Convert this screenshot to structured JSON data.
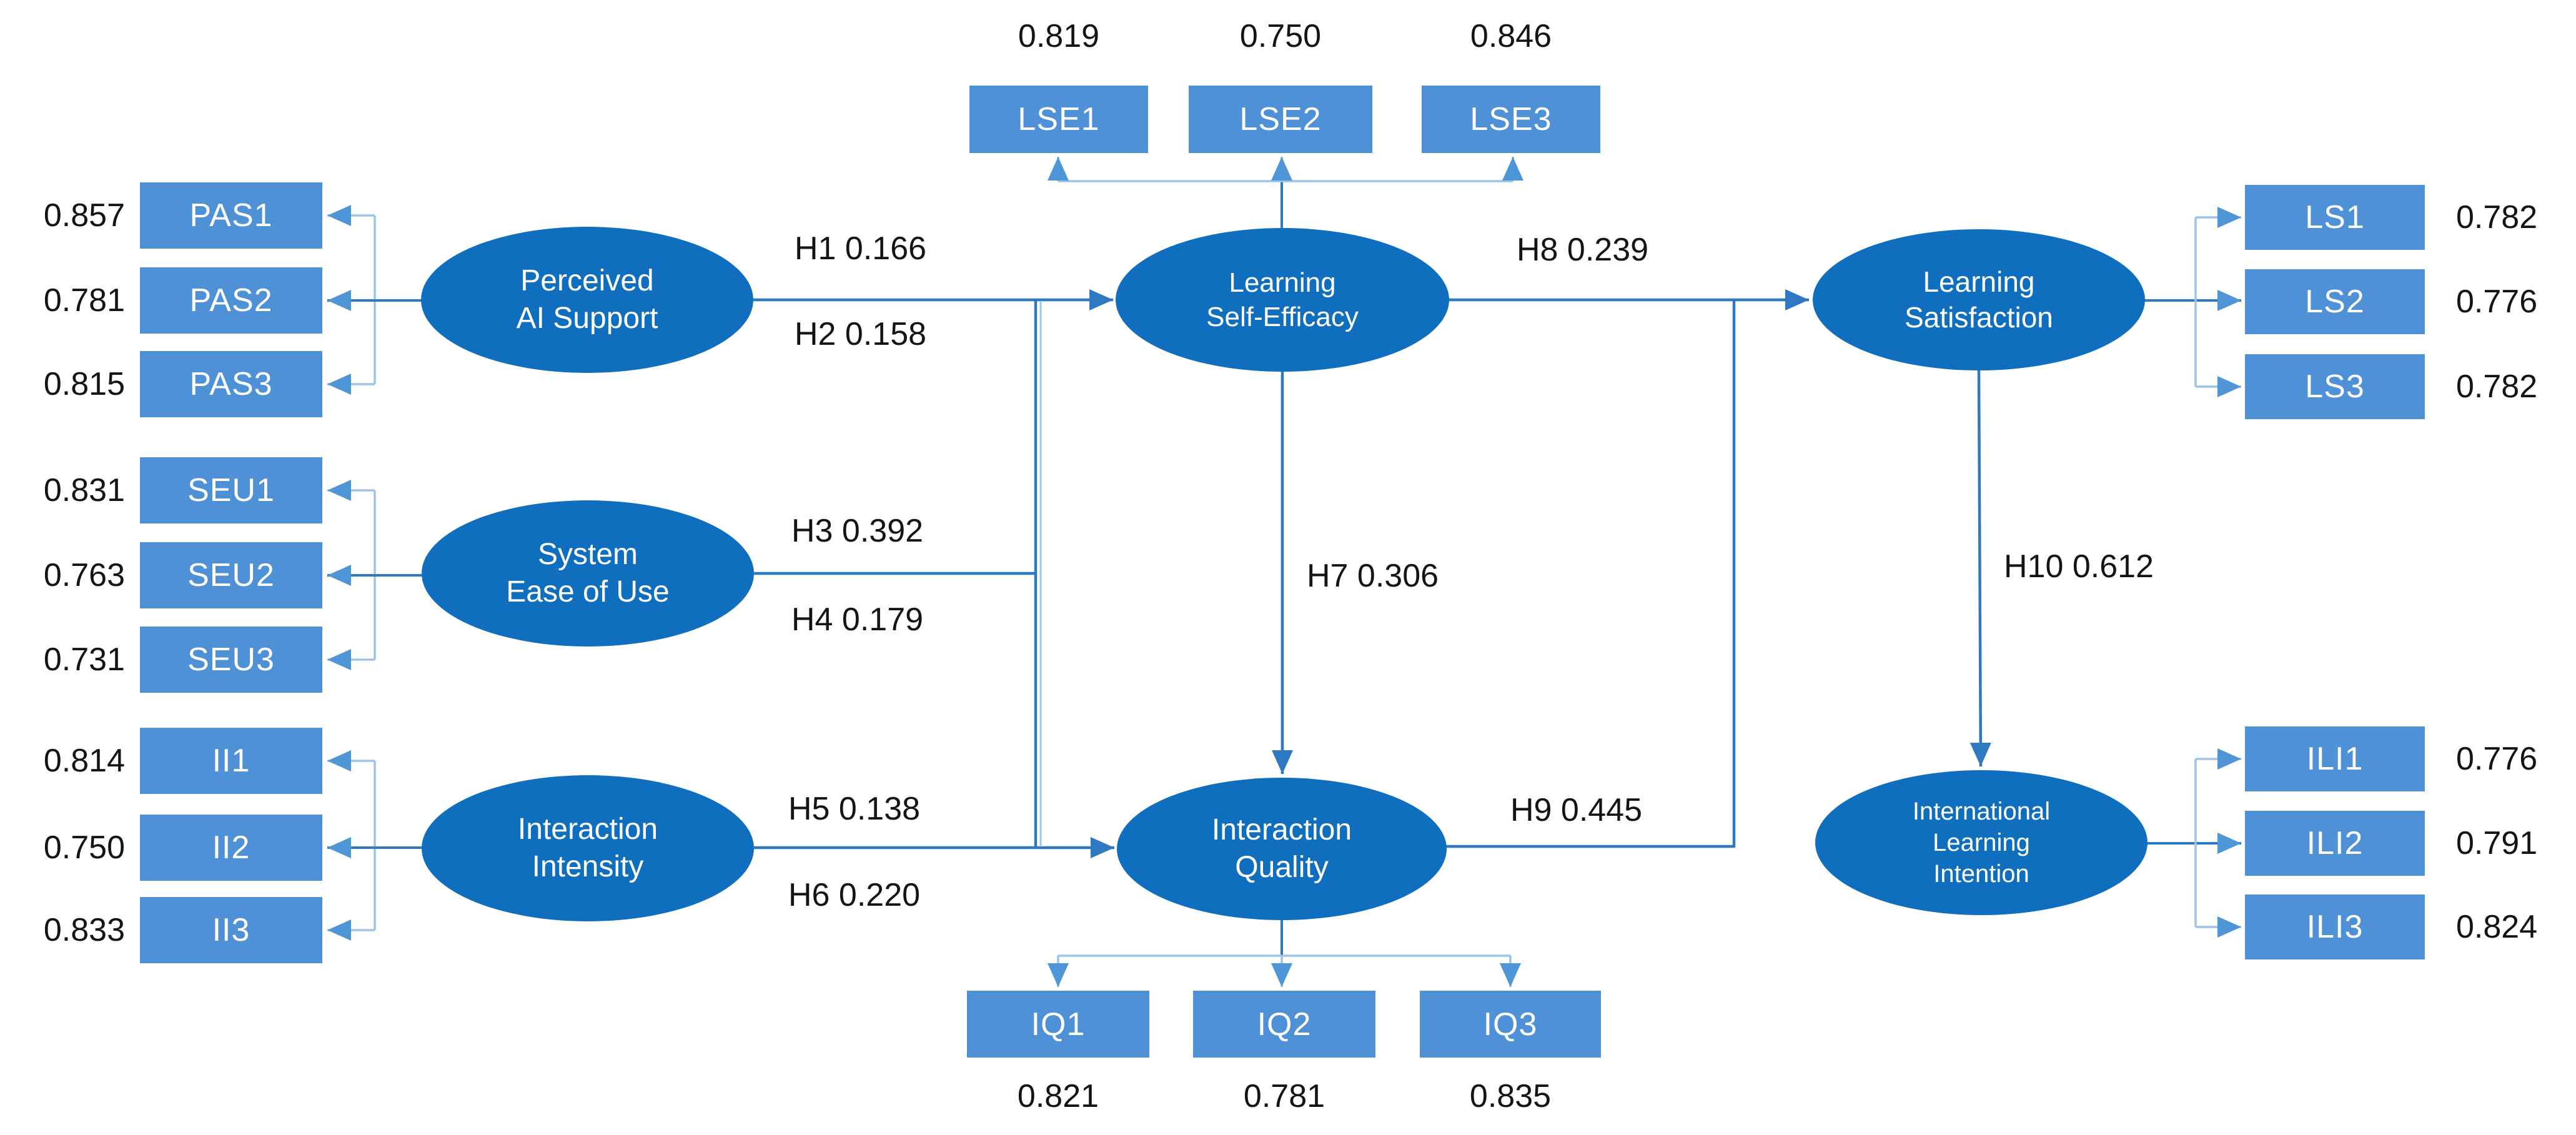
{
  "colors": {
    "latent_fill": "#0F6FBE",
    "indicator_fill": "#4E91D6",
    "connector_light": "#9DC3E6",
    "connector_dark": "#2E79C2",
    "arrow_medium": "#4E96D8",
    "text_on_fill": "#FFFFFF",
    "label_text": "#141414"
  },
  "latents": {
    "pas": {
      "line1": "Perceived",
      "line2": "AI Support"
    },
    "seu": {
      "line1": "System",
      "line2": "Ease of Use"
    },
    "ii": {
      "line1": "Interaction",
      "line2": "Intensity"
    },
    "lse": {
      "line1": "Learning",
      "line2": "Self-Efficacy"
    },
    "iq": {
      "line1": "Interaction",
      "line2": "Quality"
    },
    "ls": {
      "line1": "Learning",
      "line2": "Satisfaction"
    },
    "ili": {
      "line1": "International",
      "line2": "Learning",
      "line3": "Intention"
    }
  },
  "indicators": {
    "pas": [
      {
        "label": "PAS1",
        "loading": "0.857"
      },
      {
        "label": "PAS2",
        "loading": "0.781"
      },
      {
        "label": "PAS3",
        "loading": "0.815"
      }
    ],
    "seu": [
      {
        "label": "SEU1",
        "loading": "0.831"
      },
      {
        "label": "SEU2",
        "loading": "0.763"
      },
      {
        "label": "SEU3",
        "loading": "0.731"
      }
    ],
    "ii": [
      {
        "label": "II1",
        "loading": "0.814"
      },
      {
        "label": "II2",
        "loading": "0.750"
      },
      {
        "label": "II3",
        "loading": "0.833"
      }
    ],
    "lse": [
      {
        "label": "LSE1",
        "loading": "0.819"
      },
      {
        "label": "LSE2",
        "loading": "0.750"
      },
      {
        "label": "LSE3",
        "loading": "0.846"
      }
    ],
    "iq": [
      {
        "label": "IQ1",
        "loading": "0.821"
      },
      {
        "label": "IQ2",
        "loading": "0.781"
      },
      {
        "label": "IQ3",
        "loading": "0.835"
      }
    ],
    "ls": [
      {
        "label": "LS1",
        "loading": "0.782"
      },
      {
        "label": "LS2",
        "loading": "0.776"
      },
      {
        "label": "LS3",
        "loading": "0.782"
      }
    ],
    "ili": [
      {
        "label": "ILI1",
        "loading": "0.776"
      },
      {
        "label": "ILI2",
        "loading": "0.791"
      },
      {
        "label": "ILI3",
        "loading": "0.824"
      }
    ]
  },
  "paths": {
    "h1": {
      "label": "H1 0.166"
    },
    "h2": {
      "label": "H2 0.158"
    },
    "h3": {
      "label": "H3 0.392"
    },
    "h4": {
      "label": "H4 0.179"
    },
    "h5": {
      "label": "H5 0.138"
    },
    "h6": {
      "label": "H6 0.220"
    },
    "h7": {
      "label": "H7 0.306"
    },
    "h8": {
      "label": "H8 0.239"
    },
    "h9": {
      "label": "H9 0.445"
    },
    "h10": {
      "label": "H10 0.612"
    }
  }
}
